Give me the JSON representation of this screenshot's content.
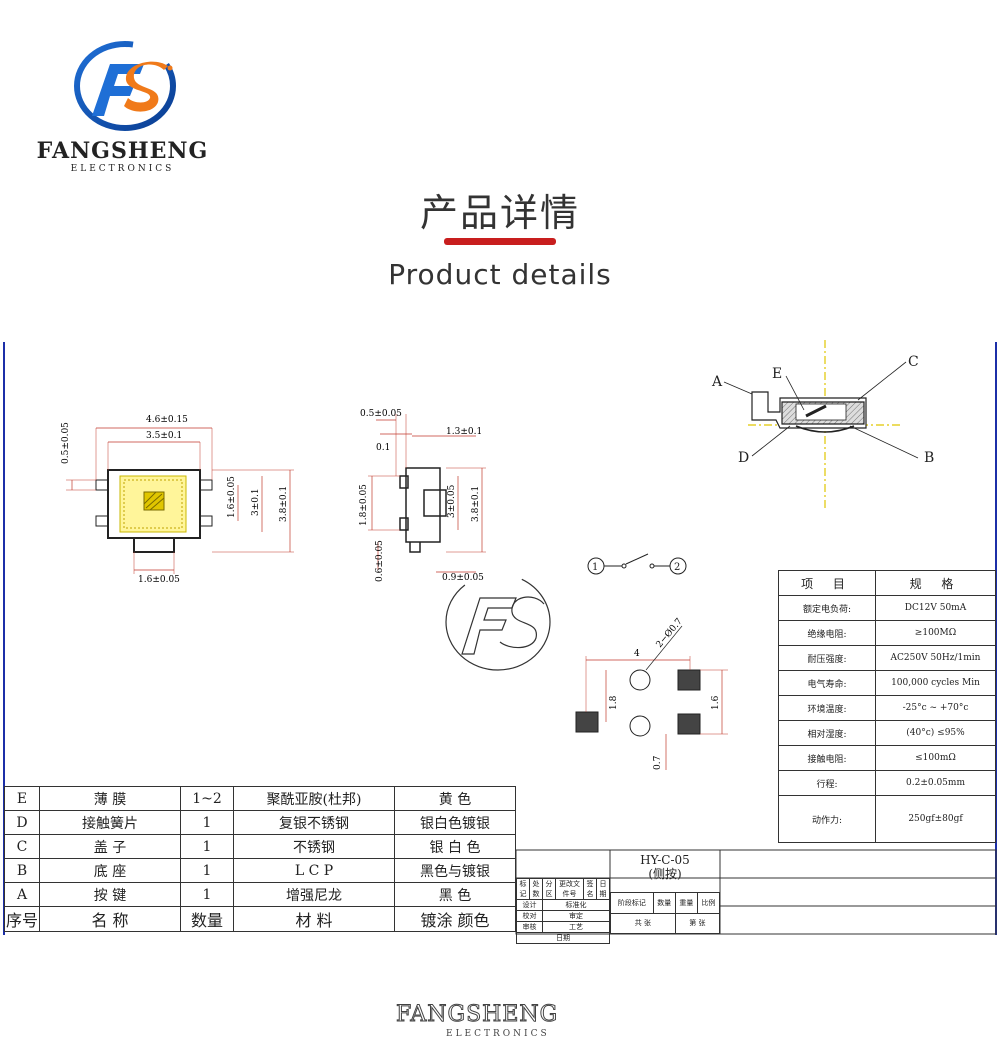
{
  "brand": {
    "name": "FANGSHENG",
    "sub": "ELECTRONICS",
    "logo_letters": "FS"
  },
  "header": {
    "title_cn": "产品详情",
    "title_en": "Product details",
    "accent": "#c81e1e"
  },
  "drawing": {
    "top_view": {
      "dims": [
        "4.6±0.15",
        "3.5±0.1",
        "0.5±0.05",
        "1.6±0.05",
        "3±0.1",
        "3.8±0.1",
        "1.6±0.05"
      ]
    },
    "side_view": {
      "dims": [
        "0.5±0.05",
        "0.1",
        "1.3±0.1",
        "1.8±0.05",
        "3±0.05",
        "3.8±0.1",
        "0.6±0.05",
        "0.9±0.05"
      ]
    },
    "section_labels": [
      "A",
      "E",
      "C",
      "D",
      "B"
    ],
    "circuit": {
      "nodes": [
        "1",
        "2"
      ]
    },
    "pcb": {
      "dims": [
        "4",
        "2−Ø0.7",
        "1.8",
        "1.6",
        "0.7"
      ]
    }
  },
  "spec": {
    "header": [
      "项 目",
      "规 格"
    ],
    "rows": [
      [
        "额定电负荷:",
        "DC12V 50mA"
      ],
      [
        "绝缘电阻:",
        "≥100MΩ"
      ],
      [
        "耐压强度:",
        "AC250V 50Hz/1min"
      ],
      [
        "电气寿命:",
        "100,000 cycles Min"
      ],
      [
        "环境温度:",
        "-25°c ~ +70°c"
      ],
      [
        "相对湿度:",
        "(40°c) ≤95%"
      ],
      [
        "接触电阻:",
        "≤100mΩ"
      ],
      [
        "行程:",
        "0.2±0.05mm"
      ],
      [
        "动作力:",
        "250gf±80gf"
      ]
    ]
  },
  "bom": {
    "rows": [
      [
        "E",
        "薄 膜",
        "1~2",
        "聚酰亚胺(杜邦)",
        "黄 色"
      ],
      [
        "D",
        "接触簧片",
        "1",
        "复银不锈钢",
        "银白色镀银"
      ],
      [
        "C",
        "盖 子",
        "1",
        "不锈钢",
        "银 白 色"
      ],
      [
        "B",
        "底 座",
        "1",
        "L C P",
        "黑色与镀银"
      ],
      [
        "A",
        "按 键",
        "1",
        "增强尼龙",
        "黑 色"
      ]
    ],
    "header": [
      "序号",
      "名 称",
      "数量",
      "材 料",
      "镀涂 颜色"
    ]
  },
  "title_block": {
    "part_no": "HY-C-05",
    "part_desc": "(侧按)",
    "cells": [
      "标记",
      "处数",
      "分区",
      "更改文件号",
      "签名",
      "日期",
      "设计",
      "标准化",
      "校对",
      "审定",
      "审核",
      "工艺",
      "日期",
      "阶段标记",
      "数量",
      "重量",
      "比例",
      "共 张",
      "第 张"
    ]
  }
}
